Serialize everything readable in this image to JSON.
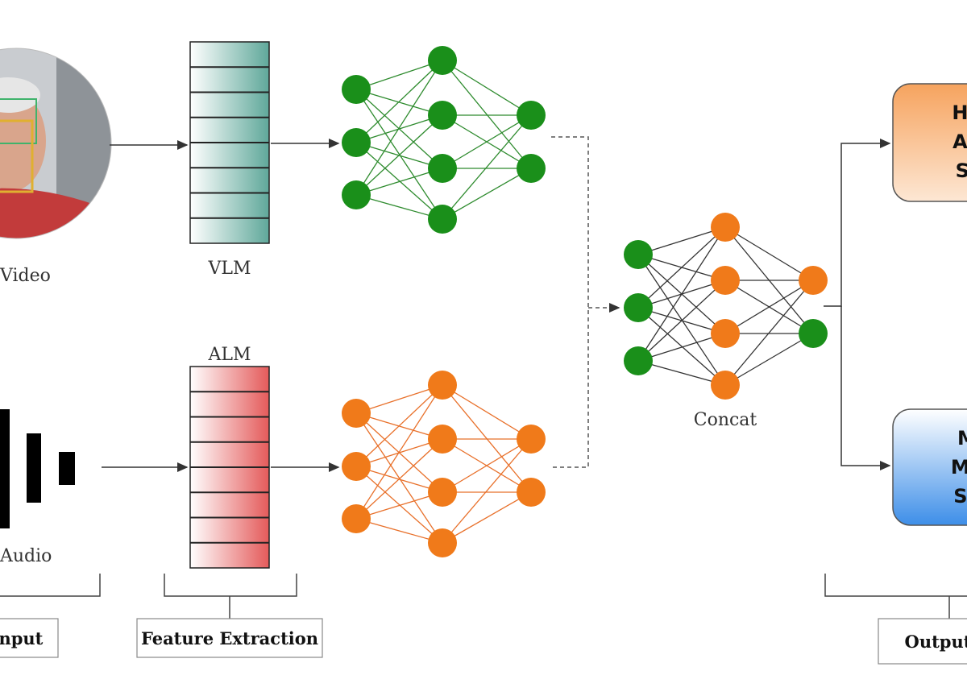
{
  "labels": {
    "video": "Video",
    "audio": "Audio",
    "vlm": "VLM",
    "alm": "ALM",
    "concat": "Concat"
  },
  "sections": {
    "input": "Input",
    "feature_extraction": "Feature Extraction",
    "output": "Output"
  },
  "outputs": {
    "top": [
      "HS",
      "AS",
      "St"
    ],
    "bottom": [
      "M",
      "Mo",
      "Se"
    ]
  },
  "colors": {
    "green_node": "#1a8f1a",
    "orange_node": "#f07a1a",
    "green_edge": "#2e8b2e",
    "orange_edge": "#e8702a",
    "concat_edge": "#333333",
    "vlm_fill": "#5fa89a",
    "alm_fill": "#e45a5a",
    "output_top": "#f6a35e",
    "output_bottom": "#3d8ee8"
  }
}
